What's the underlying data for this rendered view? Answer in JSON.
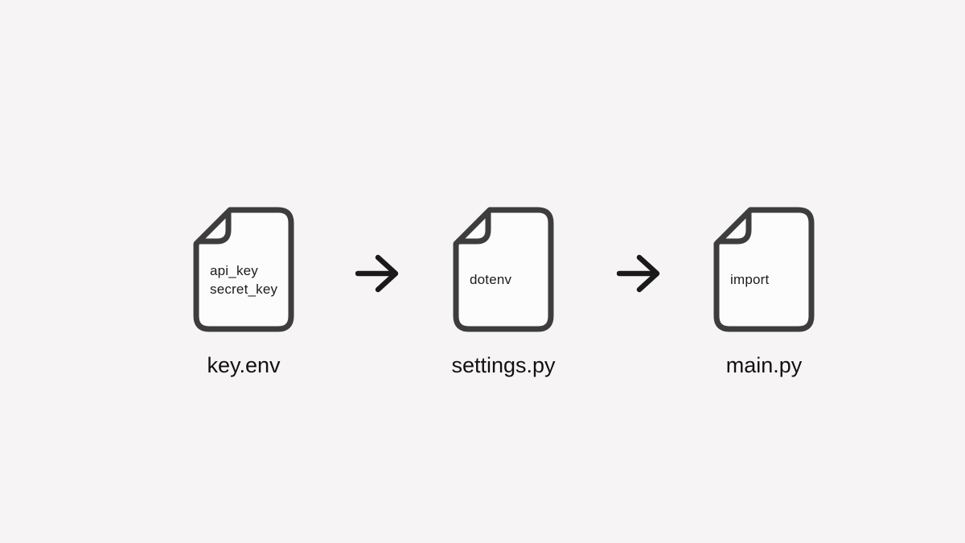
{
  "diagram": {
    "background_color": "#f7f4f5",
    "icon_stroke_color": "#3d3d3d",
    "icon_fill_color": "#fdfcfd",
    "arrow_color": "#1a1a1a",
    "files": [
      {
        "label": "key.env",
        "lines": [
          "api_key",
          "secret_key"
        ]
      },
      {
        "label": "settings.py",
        "lines": [
          "dotenv"
        ]
      },
      {
        "label": "main.py",
        "lines": [
          "import"
        ]
      }
    ],
    "arrows": [
      {
        "name": "arrow-key-env-to-settings-py"
      },
      {
        "name": "arrow-settings-py-to-main-py"
      }
    ]
  }
}
